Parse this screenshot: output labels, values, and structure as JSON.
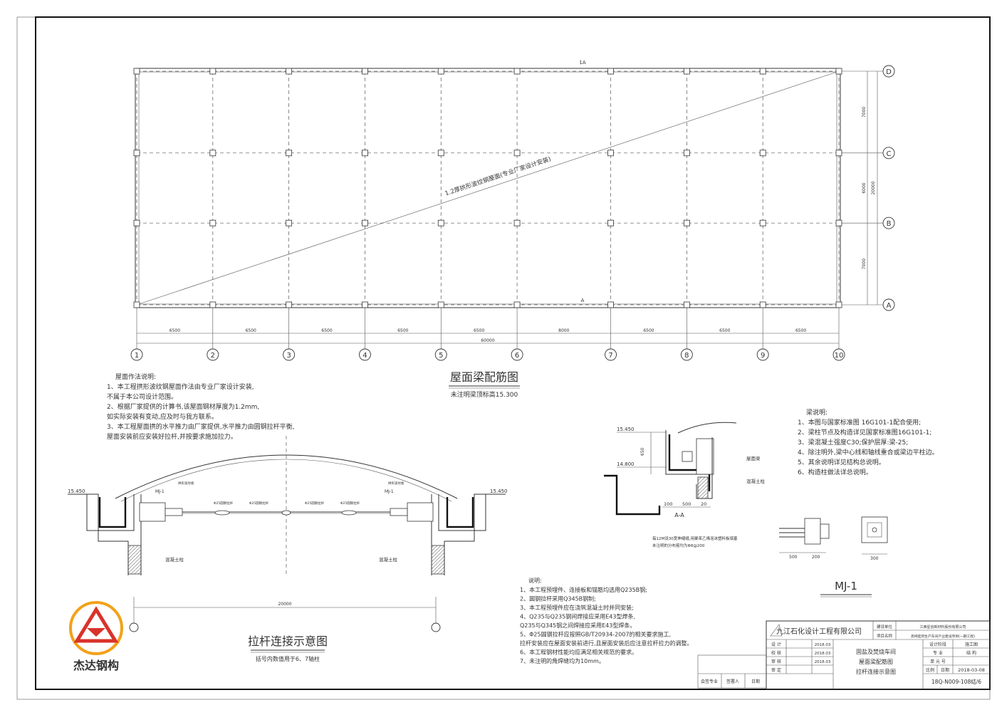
{
  "plan": {
    "axes_rows": [
      "D",
      "C",
      "B",
      "A"
    ],
    "axes_cols": [
      "1",
      "2",
      "3",
      "4",
      "5",
      "6",
      "7",
      "8",
      "9",
      "10"
    ],
    "bay_dims": [
      "6500",
      "6500",
      "6500",
      "6500",
      "6500",
      "8000",
      "6500",
      "6500",
      "6500"
    ],
    "total_length": "60000",
    "row_dims": [
      "7000",
      "6000",
      "7000"
    ],
    "total_width": "20000",
    "roof_label": "1.2厚拱形波纹钢屋面(专业厂家设计安装)",
    "section_mark_top": "1A",
    "section_mark_bottom": "A",
    "title": "屋面梁配筋图",
    "subtitle": "未注明梁顶标高15.300"
  },
  "roof_notes": {
    "heading": "屋面作法说明:",
    "lines": [
      "1、本工程拱形波纹钢屋面作法由专业厂家设计安装,",
      "   不属于本公司设计范围。",
      "2、根据厂家提供的计算书,该屋面钢材厚度为1.2mm,",
      "   如实际安装有变动,应及时与我方联系。",
      "3、本工程屋面拱的水平推力由厂家提供,水平推力由圆钢拉杆平衡,",
      "   屋面安装前应安装好拉杆,并按要求施加拉力。"
    ]
  },
  "beam_notes": {
    "heading": "梁说明:",
    "lines": [
      "1、本图与国家标准图 16G101-1配合使用;",
      "2、梁柱节点及构造详见国家标准图16G101-1;",
      "3、梁混凝土强度C30;保护层厚:梁-25;",
      "4、除注明外,梁中心线和轴线重合或梁边平柱边。",
      "5、其余说明详见结构总说明。",
      "6、构造柱做法详总说明。"
    ]
  },
  "tie_rod": {
    "elev_left": "15.450",
    "elev_right": "15.450",
    "mj_left": "MJ-1",
    "mj_right": "MJ-1",
    "concrete_left": "混凝土柱",
    "concrete_right": "混凝土柱",
    "span": "20000",
    "title": "拉杆连接示意图",
    "subtitle": "括号内数值用于6、7轴柱"
  },
  "section_aa": {
    "title": "A-A",
    "elev_top": "15.450",
    "elev_bottom": "14.800",
    "dim_650": "650",
    "dim_100": "100",
    "dim_500": "500",
    "dim_20": "20",
    "beam_label": "屋面梁",
    "col_label": "混凝土柱",
    "note1": "每12M设30宽伸缩缝,用聚苯乙烯泡沫塑料板填塞",
    "note2": "未注明的分布筋均为Φ8@200"
  },
  "mj": {
    "title": "MJ-1",
    "dim_500": "500",
    "dim_200": "200",
    "dim_300": "300"
  },
  "general_notes": {
    "heading": "说明:",
    "lines": [
      "1、本工程预埋件、连接板和锚筋均选用Q235B钢;",
      "2、圆钢拉杆采用Q345B钢制;",
      "3、本工程预埋件应在浇筑混凝土时并同安装;",
      "4、Q235与Q235钢间焊接应采用E43型焊条,",
      "   Q235与Q345钢之间焊接应采用E43型焊条。",
      "5、Φ25圆钢拉杆应按照GB/T20934-2007的相关要求施工,",
      "   拉杆安装应在屋面安装前进行,且屋面安装后应注意拉杆拉力的调整。",
      "6、本工程钢材性能均应满足相关规范的要求。",
      "7、未注明的角焊缝均为10mm。"
    ]
  },
  "title_block": {
    "company": "九江石化设计工程有限公司",
    "build_unit_label": "建设单位",
    "build_unit": "江西星创新材料股份有限公司",
    "project_label": "项目名称",
    "project": "高纯硅烷生产车间产业建设项目(一期工程)",
    "drawing_title_1": "固盐及焚烧车间",
    "drawing_title_2": "屋面梁配筋图",
    "drawing_title_3": "拉杆连接示意图",
    "rows": [
      {
        "label": "设  计",
        "date": "2018.03"
      },
      {
        "label": "校  核",
        "date": "2018.03"
      },
      {
        "label": "审  核",
        "date": "2018.03"
      },
      {
        "label": "审  定",
        "date": ""
      }
    ],
    "stage_label": "设计阶段",
    "stage": "施工图",
    "major_label": "专  业",
    "major": "结  构",
    "unit_label": "单  元  号",
    "scale_label": "比例",
    "date_label": "日期",
    "date": "2018-03-08",
    "drawing_no": "18Q-N009-108结/6",
    "sign_1": "会签专业",
    "sign_2": "签署人",
    "sign_3": "日期"
  },
  "logo": {
    "text": "杰达钢构",
    "color_orange": "#f2a21a",
    "color_red": "#d9332a"
  }
}
